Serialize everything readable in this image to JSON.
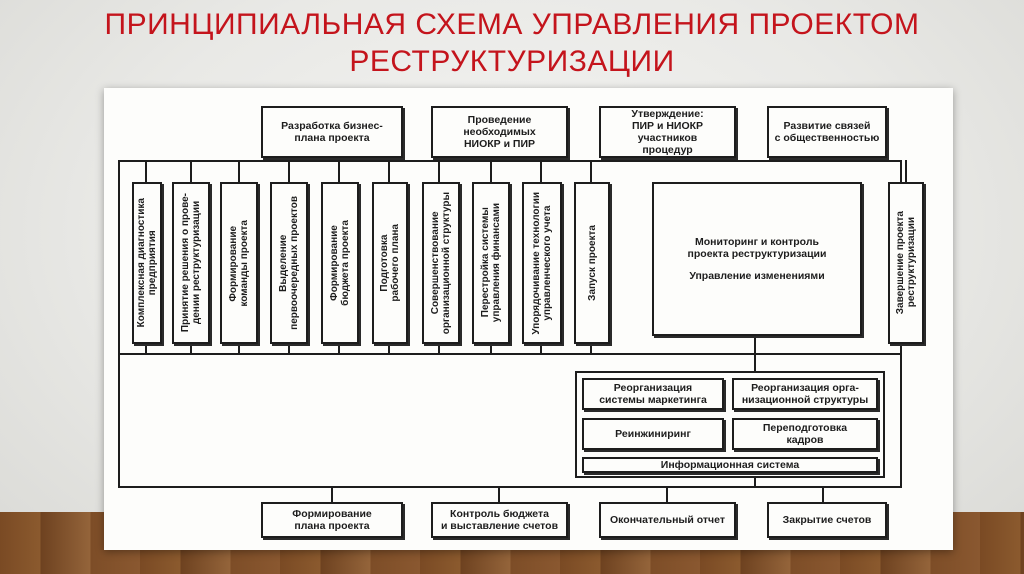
{
  "title": {
    "line1": "Принципиальная схема управления проектом",
    "line2": "реструктуризации"
  },
  "top_boxes": [
    {
      "id": "plan",
      "label": "Разработка бизнес-\nплана проекта"
    },
    {
      "id": "niokr",
      "label": "Проведение\nнеобходимых\nНИОКР и ПИР"
    },
    {
      "id": "approval",
      "label": "Утверждение:\nПИР и НИОКР\nучастников\nпроцедур"
    },
    {
      "id": "public",
      "label": "Развитие связей\nс общественностью"
    }
  ],
  "vertical_boxes": [
    {
      "id": "diagnostics",
      "label": "Комплексная диагностика\nпредприятия"
    },
    {
      "id": "decision",
      "label": "Принятие решения о прове-\nдении реструктуризации"
    },
    {
      "id": "team",
      "label": "Формирование\nкоманды проекта"
    },
    {
      "id": "priority",
      "label": "Выделение\nпервоочередных проектов"
    },
    {
      "id": "budget",
      "label": "Формирование\nбюджета проекта"
    },
    {
      "id": "workplan",
      "label": "Подготовка\nрабочего плана"
    },
    {
      "id": "orgstruct",
      "label": "Совершенствование\nорганизационной структуры"
    },
    {
      "id": "finance",
      "label": "Перестройка системы\nуправления финансами"
    },
    {
      "id": "accounting",
      "label": "Упорядочивание технологии\nуправленческого учета"
    },
    {
      "id": "launch",
      "label": "Запуск проекта"
    },
    {
      "id": "completion",
      "label": "Завершение проекта\nреструктуризации"
    }
  ],
  "monitor": {
    "line1": "Мониторинг и контроль\nпроекта реструктуризации",
    "line2": "Управление изменениями"
  },
  "sub_boxes": [
    {
      "id": "marketing",
      "label": "Реорганизация\nсистемы маркетинга"
    },
    {
      "id": "org",
      "label": "Реорганизация орга-\nнизационной структуры"
    },
    {
      "id": "reeng",
      "label": "Реинжиниринг"
    },
    {
      "id": "retrain",
      "label": "Переподготовка\nкадров"
    },
    {
      "id": "info",
      "label": "Информационная система"
    }
  ],
  "bottom_boxes": [
    {
      "id": "formplan",
      "label": "Формирование\nплана проекта"
    },
    {
      "id": "control",
      "label": "Контроль бюджета\nи выставление счетов"
    },
    {
      "id": "report",
      "label": "Окончательный отчет"
    },
    {
      "id": "close",
      "label": "Закрытие счетов"
    }
  ]
}
